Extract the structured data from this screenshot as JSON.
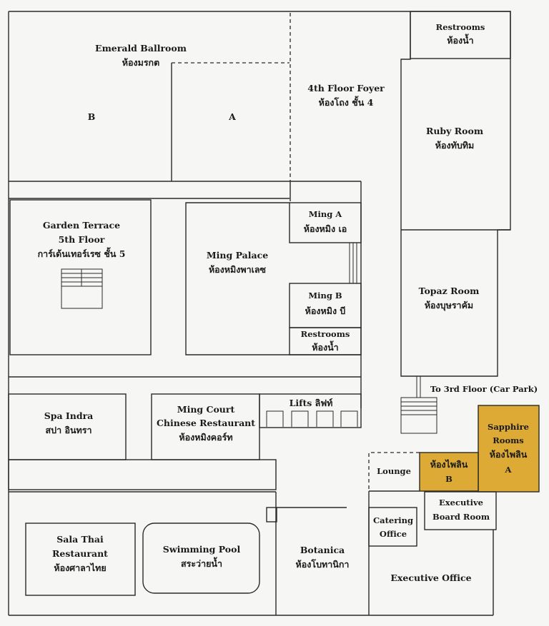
{
  "highlight_color": "#dcaa35",
  "rooms": {
    "emerald_ballroom": {
      "name": "Emerald Ballroom",
      "thai": "ห้องมรกต",
      "section_a": "A",
      "section_b": "B"
    },
    "foyer": {
      "name": "4th Floor Foyer",
      "thai": "ห้องโถง ชั้น 4"
    },
    "restrooms_top": {
      "name": "Restrooms",
      "thai": "ห้องน้ำ"
    },
    "ruby_room": {
      "name": "Ruby Room",
      "thai": "ห้องทับทิม"
    },
    "garden_terrace": {
      "name": "Garden Terrace",
      "floor": "5th Floor",
      "thai": "การ์เด้นเทอร์เรซ ชั้น 5"
    },
    "ming_palace": {
      "name": "Ming Palace",
      "thai": "ห้องหมิงพาเลซ"
    },
    "ming_a": {
      "name": "Ming A",
      "thai": "ห้องหมิง เอ"
    },
    "ming_b": {
      "name": "Ming B",
      "thai": "ห้องหมิง บี"
    },
    "restrooms_mid": {
      "name": "Restrooms",
      "thai": "ห้องน้ำ"
    },
    "topaz_room": {
      "name": "Topaz Room",
      "thai": "ห้องบุษราคัม"
    },
    "to_3rd_floor": {
      "name": "To 3rd Floor (Car Park)"
    },
    "spa_indra": {
      "name": "Spa Indra",
      "thai": "สปา อินทรา"
    },
    "ming_court": {
      "name": "Ming Court",
      "name2": "Chinese Restaurant",
      "thai": "ห้องหมิงคอร์ท"
    },
    "lifts": {
      "name": "Lifts ลิฟท์"
    },
    "sapphire_a": {
      "name": "Sapphire",
      "name2": "Rooms",
      "thai": "ห้องไพลิน",
      "letter": "A"
    },
    "sapphire_b": {
      "thai": "ห้องไพลิน",
      "letter": "B"
    },
    "lounge": {
      "name": "Lounge"
    },
    "executive_board_room": {
      "name": "Executive",
      "name2": "Board Room"
    },
    "catering_office": {
      "name": "Catering",
      "name2": "Office"
    },
    "sala_thai": {
      "name": "Sala Thai",
      "name2": "Restaurant",
      "thai": "ห้องศาลาไทย"
    },
    "swimming_pool": {
      "name": "Swimming Pool",
      "thai": "สระว่ายน้ำ"
    },
    "botanica": {
      "name": "Botanica",
      "thai": "ห้องโบทานิกา"
    },
    "executive_office": {
      "name": "Executive Office"
    }
  }
}
